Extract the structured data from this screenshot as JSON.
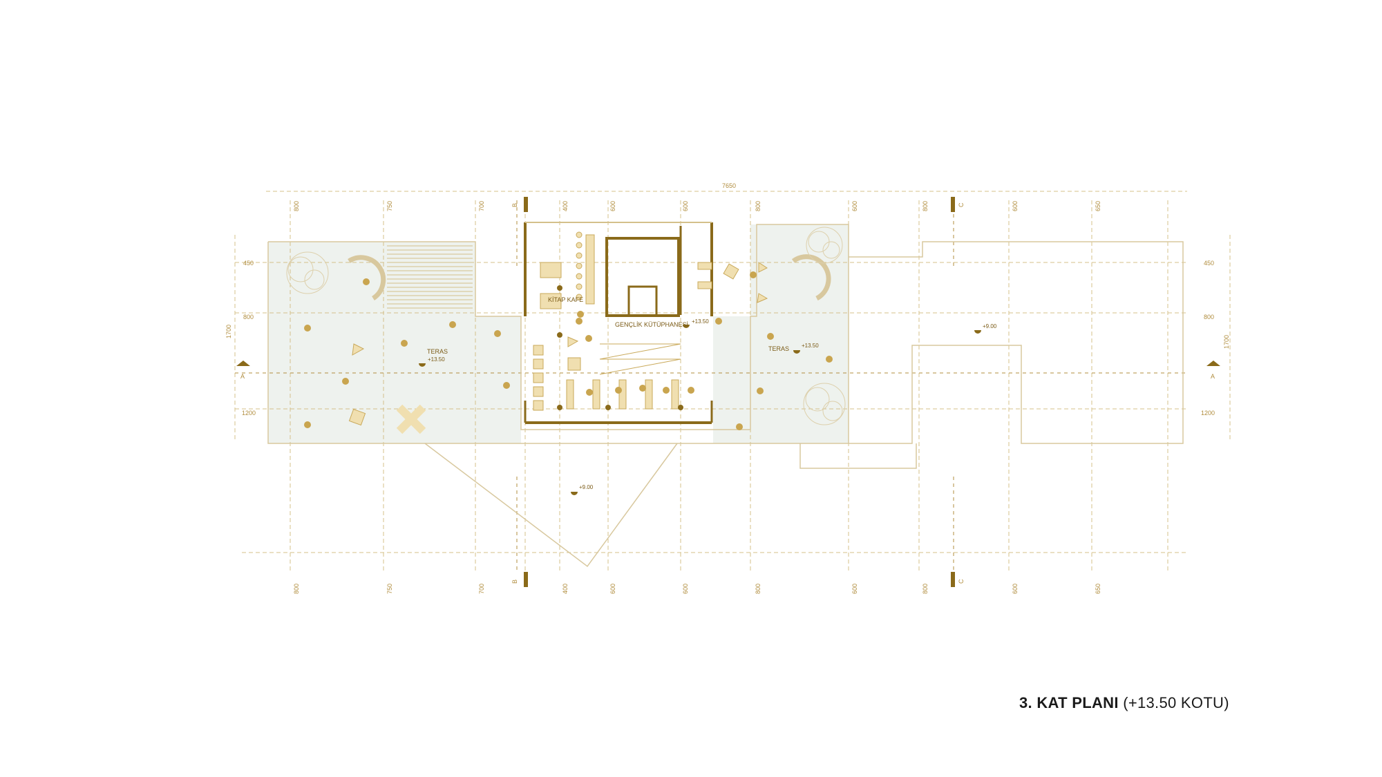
{
  "title": {
    "bold": "3. KAT PLANI",
    "normal": "(+13.50 KOTU)"
  },
  "overall_dimension": "7650",
  "top_dimensions": [
    "800",
    "750",
    "700",
    "400",
    "600",
    "600",
    "800",
    "600",
    "800",
    "600",
    "650"
  ],
  "bottom_dimensions": [
    "800",
    "750",
    "700",
    "400",
    "600",
    "600",
    "800",
    "600",
    "800",
    "600",
    "650"
  ],
  "left_dimensions": [
    "450",
    "800",
    "1200"
  ],
  "left_total": "1700",
  "right_dimensions": [
    "450",
    "800",
    "1200"
  ],
  "right_total": "1700",
  "section_markers": {
    "a": "A",
    "b": "B",
    "c": "C"
  },
  "rooms": {
    "cafe": "KİTAP KAFE",
    "library": "GENÇLİK KÜTÜPHANESİ",
    "terrace_left": "TERAS",
    "terrace_right": "TERAS"
  },
  "levels": {
    "terrace_left": "+13.50",
    "library": "+13.50",
    "terrace_right": "+13.50",
    "roof_right": "+9.00",
    "ground_below": "+9.00"
  },
  "colors": {
    "line": "#b08c3c",
    "wall": "#8a6a1a",
    "terrace": "#eef2ee",
    "furniture": "#f0dfb0"
  }
}
